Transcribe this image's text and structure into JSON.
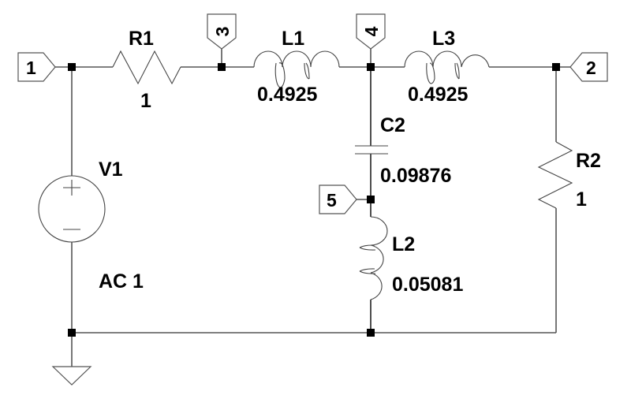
{
  "schematic": {
    "ports": [
      {
        "id": "1",
        "label": "1"
      },
      {
        "id": "2",
        "label": "2"
      },
      {
        "id": "3",
        "label": "3"
      },
      {
        "id": "4",
        "label": "4"
      },
      {
        "id": "5",
        "label": "5"
      }
    ],
    "components": {
      "R1": {
        "name": "R1",
        "value": "1",
        "type": "resistor"
      },
      "L1": {
        "name": "L1",
        "value": "0.4925",
        "type": "inductor"
      },
      "L3": {
        "name": "L3",
        "value": "0.4925",
        "type": "inductor"
      },
      "C2": {
        "name": "C2",
        "value": "0.09876",
        "type": "capacitor"
      },
      "L2": {
        "name": "L2",
        "value": "0.05081",
        "type": "inductor"
      },
      "R2": {
        "name": "R2",
        "value": "1",
        "type": "resistor"
      },
      "V1": {
        "name": "V1",
        "value": "AC 1",
        "type": "voltage-source"
      }
    },
    "ground": {
      "icon": "ground-icon"
    },
    "colors": {
      "wire": "#555555",
      "junction": "#000000",
      "background": "#ffffff"
    }
  }
}
